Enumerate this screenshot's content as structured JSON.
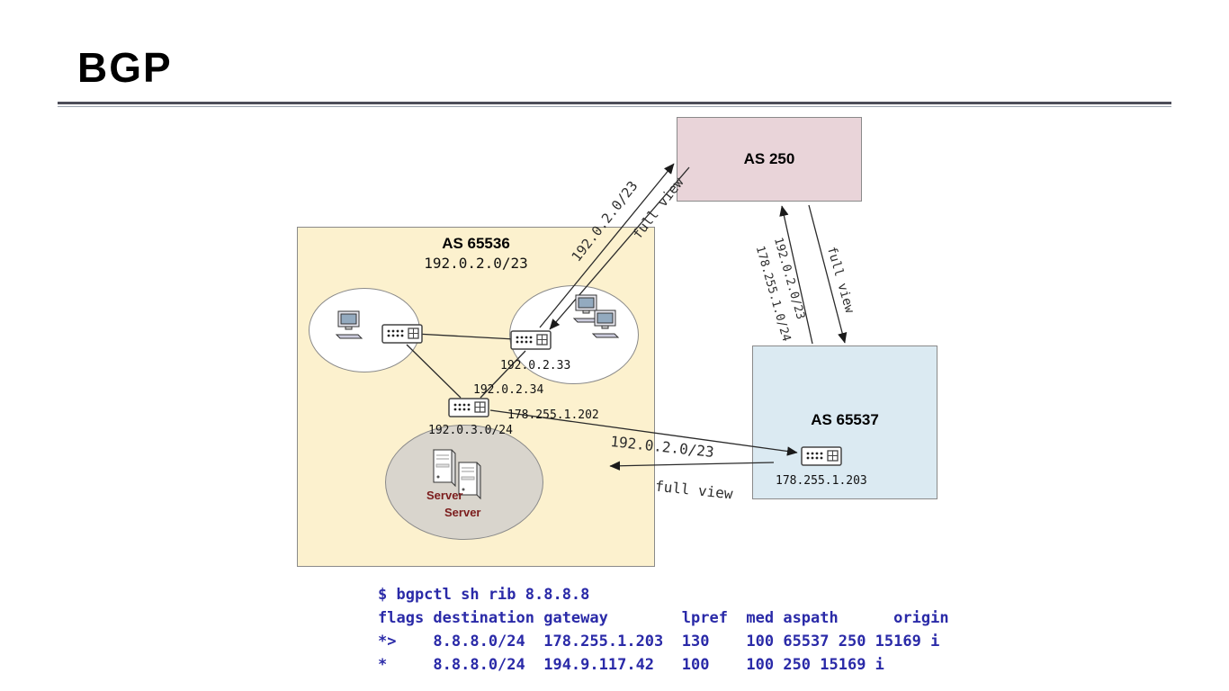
{
  "title": "BGP",
  "as_boxes": {
    "as250": "AS 250",
    "as65536": "AS 65536",
    "as65536_prefix": "192.0.2.0/23",
    "as65537": "AS 65537"
  },
  "node_labels": {
    "router_b_ip": "192.0.2.33",
    "router_c_ip_top": "192.0.2.34",
    "router_c_ip_right": "178.255.1.202",
    "router_c_prefix_bottom": "192.0.3.0/24",
    "router_d_ip": "178.255.1.203",
    "server1": "Server",
    "server2": "Server"
  },
  "link_labels": {
    "as65536_to_as250_advert": "192.0.2.0/23",
    "as250_to_as65536_fullview": "full view",
    "as65537_to_as250_advert1": "192.0.2.0/23",
    "as65537_to_as250_advert2": "178.255.1.0/24",
    "as250_to_as65537_fullview": "full view",
    "as65536_to_as65537_advert": "192.0.2.0/23",
    "as65537_to_as65536_fullview": "full view"
  },
  "terminal": {
    "lines": [
      "$ bgpctl sh rib 8.8.8.8",
      "flags destination gateway        lpref  med aspath      origin",
      "*>    8.8.8.0/24  178.255.1.203  130    100 65537 250 15169 i",
      "*     8.8.8.0/24  194.9.117.42   100    100 250 15169 i"
    ]
  },
  "icons": {
    "router_icon": "network-switch",
    "computer_icon": "workstation",
    "server_icon": "server-tower"
  },
  "colors": {
    "as250_fill": "#e9d4d9",
    "as65536_fill": "#fcf1ce",
    "as65537_fill": "#dbeaf2",
    "terminal_text": "#2a2aa8",
    "server_label": "#7b1c1c"
  }
}
